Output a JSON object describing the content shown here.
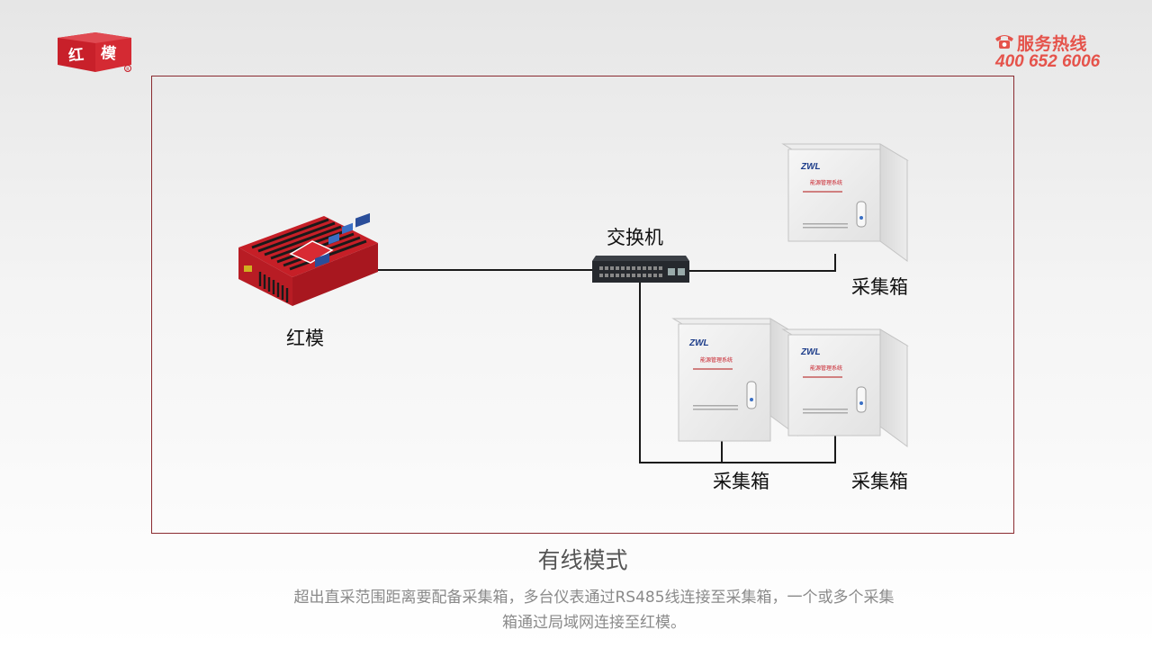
{
  "brand": {
    "logo_text": "红模"
  },
  "hotline": {
    "label": "服务热线",
    "number": "400 652 6006"
  },
  "diagram": {
    "nodes": {
      "gateway": "红模",
      "switch": "交换机",
      "box_top": "采集箱",
      "box_bottom_left": "采集箱",
      "box_bottom_right": "采集箱"
    },
    "box_logo": "ZWL",
    "box_plate_title": "能源管理系统"
  },
  "caption": {
    "title": "有线模式",
    "description": "超出直采范围距离要配备采集箱，多台仪表通过RS485线连接至采集箱，一个或多个采集箱通过局域网连接至红模。"
  },
  "colors": {
    "accent": "#c8202a",
    "hotline": "#e5534b",
    "frame": "#8a2b30"
  }
}
